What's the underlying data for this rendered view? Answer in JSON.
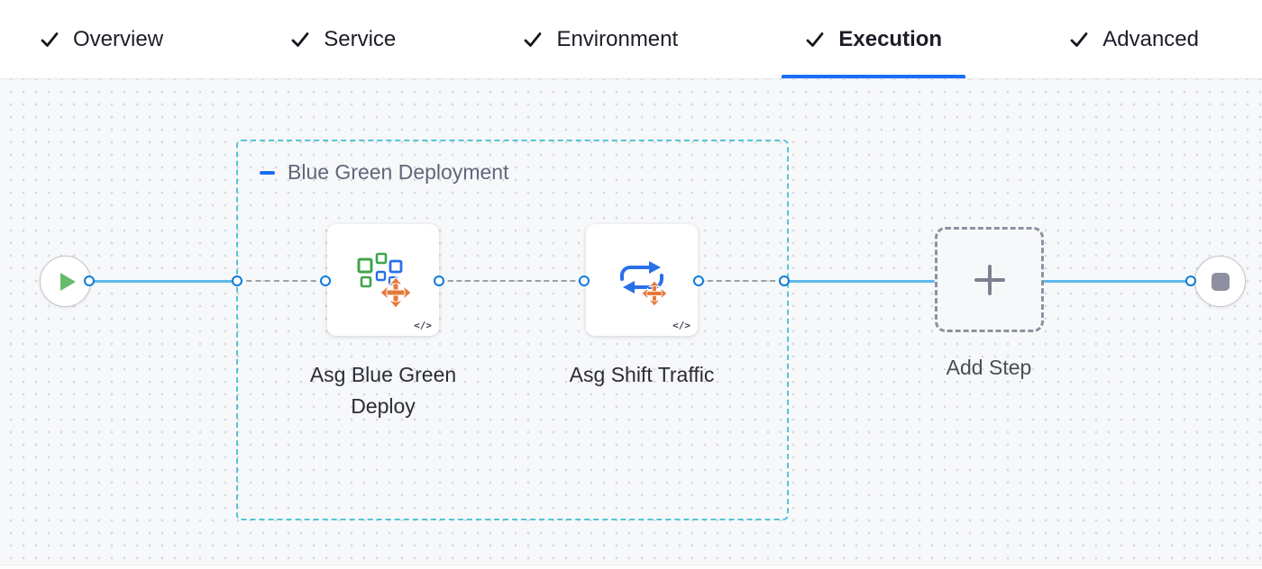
{
  "tabs": {
    "active": "Execution",
    "items": [
      {
        "label": "Overview"
      },
      {
        "label": "Service"
      },
      {
        "label": "Environment"
      },
      {
        "label": "Execution"
      },
      {
        "label": "Advanced"
      }
    ]
  },
  "pipeline": {
    "group": {
      "label": "Blue Green Deployment"
    },
    "steps": [
      {
        "label": "Asg Blue Green Deploy",
        "code_badge": "</>"
      },
      {
        "label": "Asg Shift Traffic",
        "code_badge": "</>"
      }
    ],
    "add_step": {
      "label": "Add Step"
    }
  },
  "colors": {
    "accent_blue": "#1a6ef5",
    "connection_blue": "#5cb8ea",
    "port_blue": "#0d7bd8",
    "group_border_teal": "#53c6d8",
    "step_orange": "#e5793a",
    "asg_green": "#3fa44c",
    "start_green": "#66bb6a",
    "end_gray": "#8d90a0"
  }
}
